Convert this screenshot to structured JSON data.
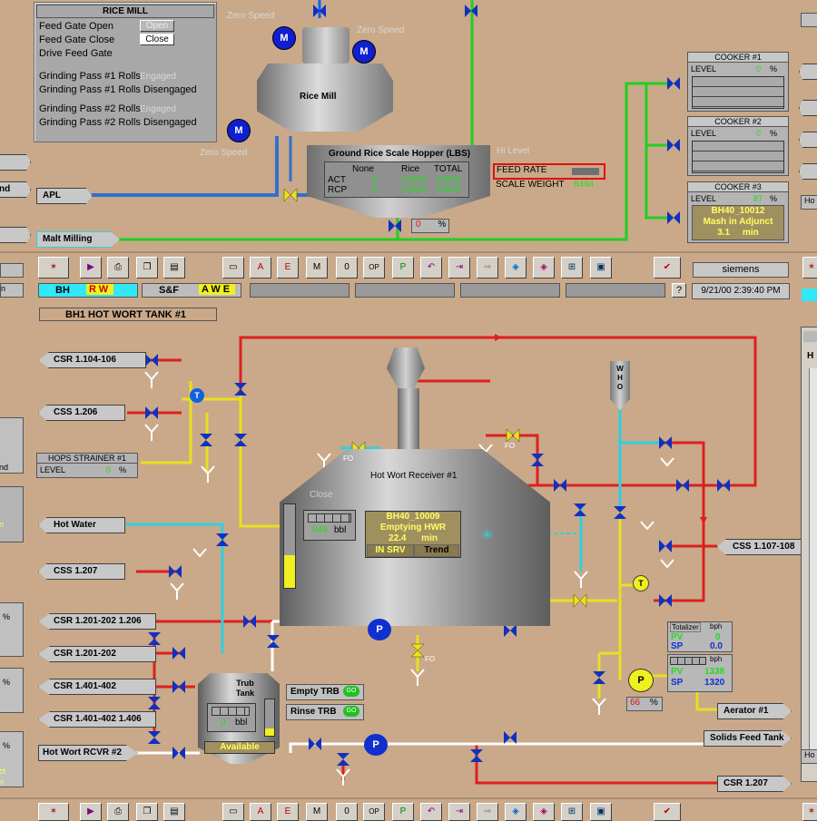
{
  "ricemill": {
    "title": "RICE MILL",
    "rows": [
      {
        "label": "Feed Gate Open",
        "value": "Open"
      },
      {
        "label": "Feed Gate Close",
        "value": "Close"
      },
      {
        "label": "Drive Feed Gate",
        "value": ""
      },
      {
        "label": "Grinding Pass #1 Rolls",
        "value": "Engaged"
      },
      {
        "label": "Grinding Pass #1 Rolls Disengaged",
        "value": ""
      },
      {
        "label": "Grinding Pass #2 Rolls",
        "value": "Engaged"
      },
      {
        "label": "Grinding Pass #2 Rolls Disengaged",
        "value": ""
      }
    ],
    "zero_speed": "Zero Speed",
    "mill_label": "Rice Mill",
    "motor": "M"
  },
  "hopper": {
    "title": "Ground Rice Scale Hopper (LBS)",
    "cols": [
      "None",
      "Rice",
      "TOTAL"
    ],
    "rows": [
      {
        "label": "ACT",
        "vals": [
          "0",
          "13693",
          "13693"
        ]
      },
      {
        "label": "RCP",
        "vals": [
          "0",
          "12000",
          "12000"
        ]
      }
    ],
    "hi_level": "Hi Level",
    "feed_rate": "FEED RATE",
    "scale_weight": "SCALE WEIGHT",
    "scale_weight_val": "8494",
    "pct_val": "0",
    "pct": "%"
  },
  "cookers": [
    {
      "title": "COOKER #1",
      "level_label": "LEVEL",
      "level": "0",
      "unit": "%"
    },
    {
      "title": "COOKER #2",
      "level_label": "LEVEL",
      "level": "0",
      "unit": "%"
    },
    {
      "title": "COOKER #3",
      "level_label": "LEVEL",
      "level": "87",
      "unit": "%",
      "step": "BH40_10012",
      "status": "Mash in Adjunct",
      "time": "3.1",
      "time_unit": "min"
    }
  ],
  "tags_top": {
    "apl": "APL",
    "malt": "Malt Milling"
  },
  "toolbar": {
    "user": "siemens",
    "datetime": "9/21/00 2:39:40 PM",
    "bh": "BH",
    "rw": "RW",
    "sf": "S&F",
    "awe": "AWE",
    "help": "?"
  },
  "bh1": {
    "title": "BH1 HOT WORT TANK #1",
    "receiver": "Hot Wort Receiver #1",
    "close": "Close",
    "level": "849",
    "bbl": "bbl",
    "step": "BH40_10009",
    "status": "Emptying HWR",
    "time": "22.4",
    "time_unit": "min",
    "in_srv": "IN SRV",
    "trend": "Trend",
    "who": "WHO",
    "fo": "FO",
    "t": "T",
    "p": "P"
  },
  "left_tags": [
    "CSR 1.104-106",
    "CSS 1.206",
    "Hot Water",
    "CSS 1.207",
    "CSR 1.201-202 1.206",
    "CSR 1.201-202",
    "CSR 1.401-402",
    "CSR 1.401-402 1.406",
    "Hot Wort RCVR #2"
  ],
  "hops": {
    "title": "HOPS STRAINER #1",
    "level_label": "LEVEL",
    "level": "0",
    "unit": "%"
  },
  "trub": {
    "title": "Trub Tank",
    "level": "0",
    "bbl": "bbl",
    "status": "Available",
    "empty": "Empty TRB",
    "rinse": "Rinse TRB",
    "go": "GO"
  },
  "right_tags": {
    "css": "CSS 1.107-108",
    "aerator": "Aerator #1",
    "solids": "Solids Feed Tank",
    "csr": "CSR 1.207"
  },
  "totalizer": {
    "head": "Totalizer",
    "unit": "bph",
    "pv_label": "PV",
    "pv": "0",
    "sp_label": "SP",
    "sp": "0.0"
  },
  "flow": {
    "unit": "bph",
    "pv_label": "PV",
    "pv": "1338",
    "sp_label": "SP",
    "sp": "1320"
  },
  "pump_pct": {
    "val": "66",
    "unit": "%"
  },
  "edge": {
    "ho": "Ho",
    "h": "H",
    "nd": "nd",
    "n": "n",
    "pct": "%",
    "ct": "ct"
  }
}
